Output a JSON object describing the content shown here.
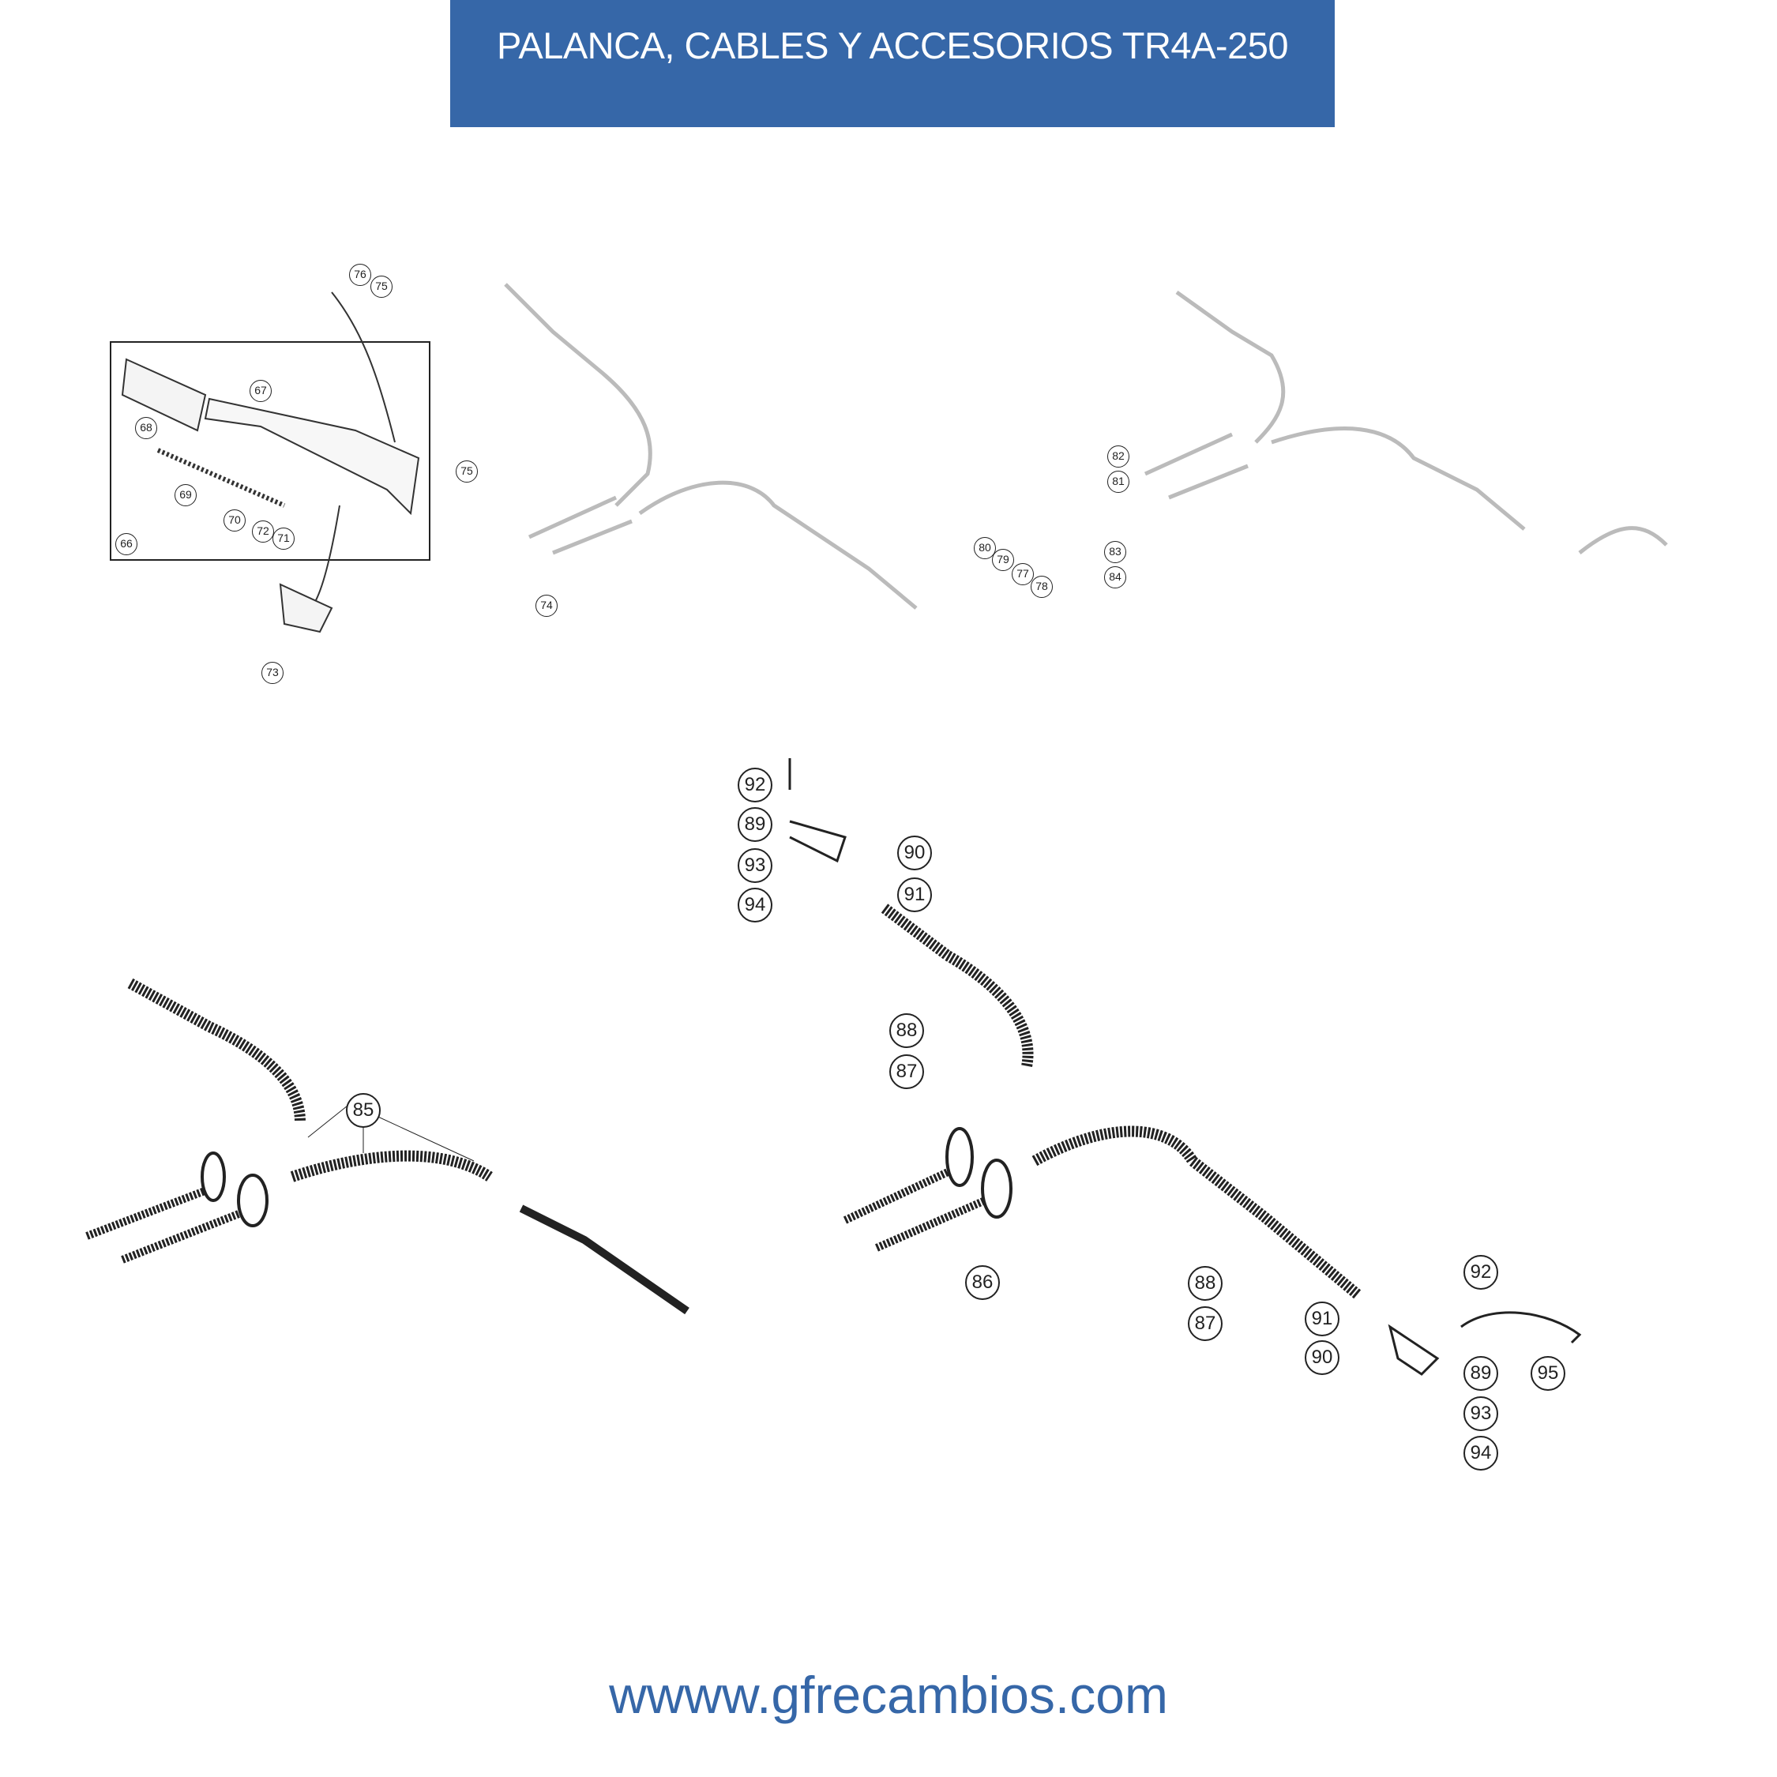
{
  "header": {
    "title": "PALANCA, CABLES Y ACCESORIOS TR4A-250"
  },
  "diagram": {
    "callouts": [
      "76",
      "75",
      "67",
      "68",
      "69",
      "70",
      "72",
      "71",
      "66",
      "75",
      "74",
      "73",
      "82",
      "81",
      "80",
      "79",
      "77",
      "78",
      "83",
      "84",
      "85",
      "92",
      "89",
      "93",
      "94",
      "90",
      "91",
      "88",
      "87",
      "86",
      "88",
      "87",
      "91",
      "90",
      "92",
      "89",
      "93",
      "94",
      "95"
    ]
  },
  "footer": {
    "url": "wwww.gfrecambios.com"
  },
  "colors": {
    "brand": "#3667a8"
  }
}
